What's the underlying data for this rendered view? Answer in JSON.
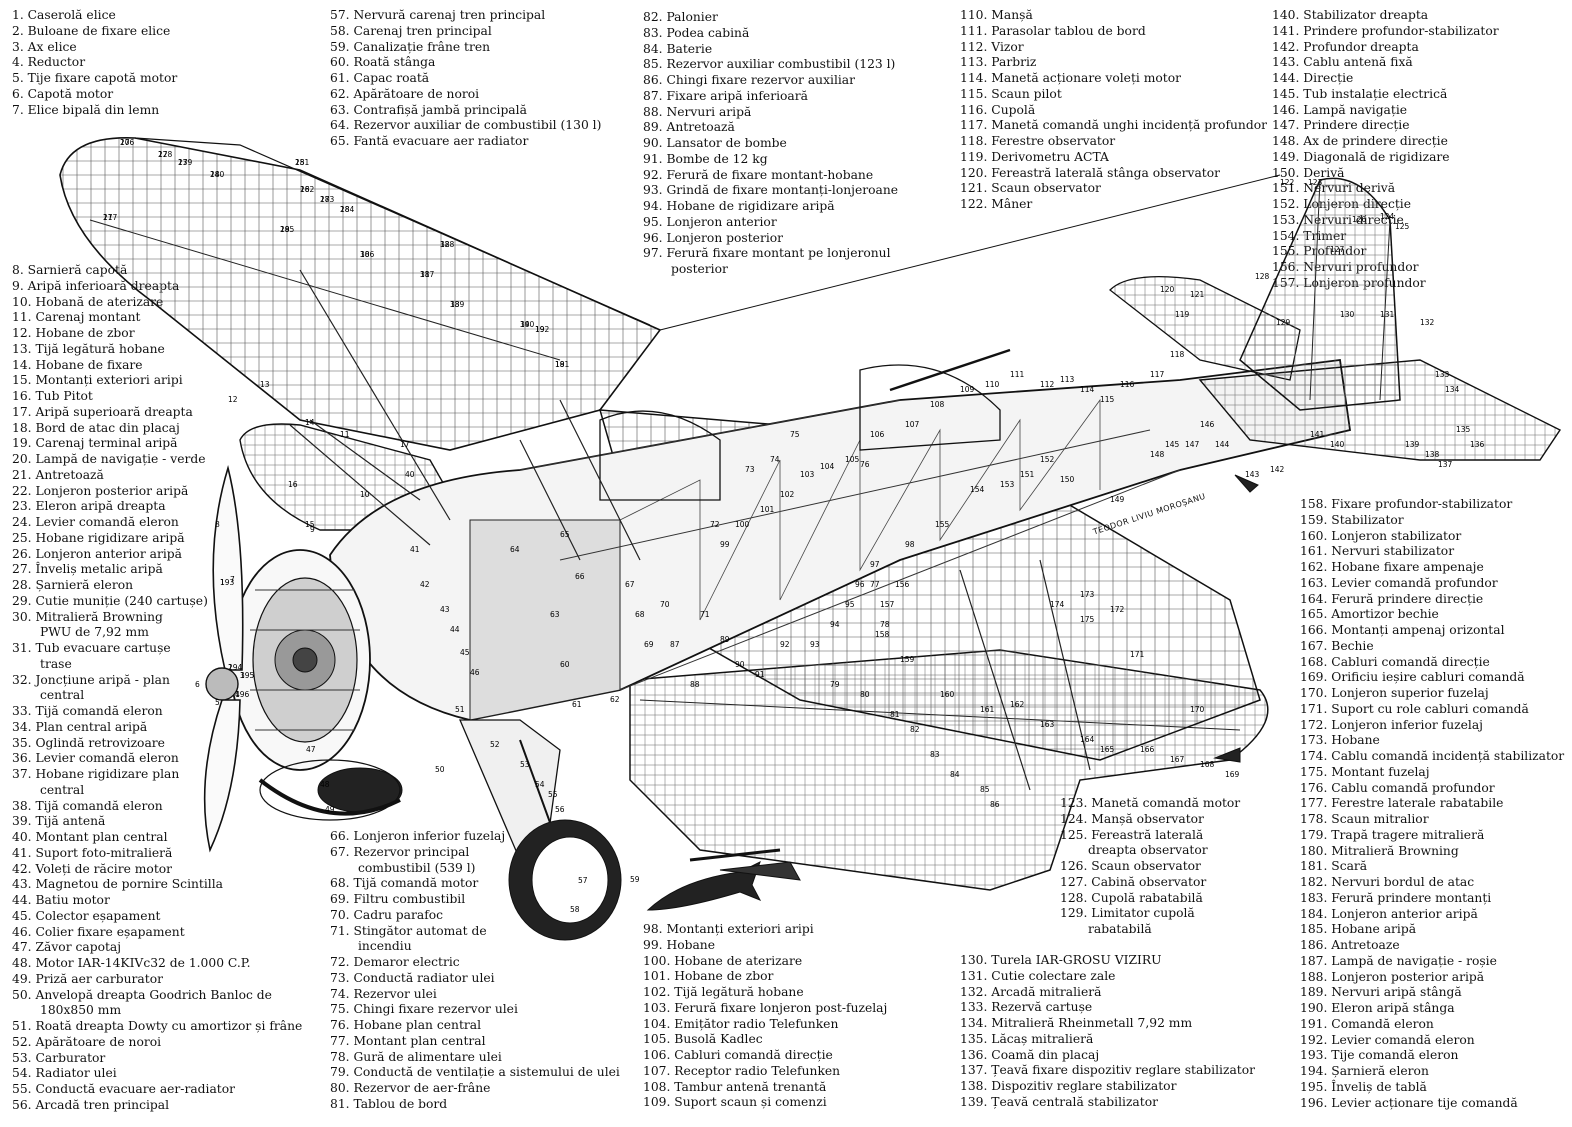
{
  "legend": {
    "col1_top": [
      "1. Caserolă elice",
      "2. Buloane de fixare elice",
      "3. Ax elice",
      "4. Reductor",
      "5. Tije fixare capotă motor",
      "6. Capotă motor",
      "7. Elice bipală din lemn"
    ],
    "col1_bottom": [
      "8. Sarnieră capotă",
      "9. Aripă inferioară dreapta",
      "10. Hobană de aterizare",
      "11. Carenaj montant",
      "12. Hobane de zbor",
      "13. Tijă legătură hobane",
      "14. Hobane de fixare",
      "15. Montanți exteriori aripi",
      "16. Tub Pitot",
      "17. Aripă superioară dreapta",
      "18. Bord de atac din placaj",
      "19. Carenaj terminal aripă",
      "20. Lampă de navigație - verde",
      "21. Antretoază",
      "22. Lonjeron posterior aripă",
      "23. Eleron aripă dreapta",
      "24. Levier comandă eleron",
      "25. Hobane rigidizare aripă",
      "26. Lonjeron anterior aripă",
      "27. Înveliș metalic aripă",
      "28. Șarnieră eleron",
      "29. Cutie muniție (240 cartușe)",
      "30. Mitralieră Browning",
      "PWU de 7,92 mm",
      "31. Tub evacuare cartușe",
      "trase",
      "32. Joncțiune aripă - plan",
      "central",
      "33. Tijă comandă eleron",
      "34. Plan central aripă",
      "35. Oglindă retrovizoare",
      "36. Levier comandă eleron",
      "37. Hobane rigidizare plan",
      "central",
      "38. Tijă comandă eleron",
      "39. Tijă antenă",
      "40. Montant plan central",
      "41. Suport foto-mitralieră",
      "42. Voleți de răcire motor",
      "43. Magnetou de pornire Scintilla",
      "44. Batiu motor",
      "45. Colector eșapament",
      "46. Colier fixare eșapament",
      "47. Zăvor capotaj",
      "48. Motor IAR-14KIVc32 de 1.000 C.P.",
      "49. Priză aer carburator",
      "50. Anvelopă dreapta Goodrich Banloc de",
      "180x850 mm",
      "51. Roată dreapta Dowty cu amortizor și frâne",
      "52. Apărătoare de noroi",
      "53. Carburator",
      "54. Radiator ulei",
      "55. Conductă evacuare aer-radiator",
      "56. Arcadă tren principal"
    ],
    "col2_top": [
      "57. Nervură carenaj tren principal",
      "58. Carenaj tren principal",
      "59. Canalizație frâne tren",
      "60. Roată stânga",
      "61. Capac roată",
      "62. Apărătoare de noroi",
      "63. Contrafișă jambă principală",
      "64. Rezervor auxiliar de combustibil (130 l)",
      "65. Fantă evacuare aer radiator"
    ],
    "col2_bottom": [
      "66. Lonjeron inferior fuzelaj",
      "67. Rezervor principal",
      "combustibil (539 l)",
      "68. Tijă comandă motor",
      "69. Filtru combustibil",
      "70. Cadru parafoc",
      "71. Stingător automat de",
      "incendiu",
      "72. Demaror electric",
      "73. Conductă radiator ulei",
      "74. Rezervor ulei",
      "75. Chingi fixare rezervor ulei",
      "76. Hobane plan central",
      "77. Montant plan central",
      "78. Gură de alimentare ulei",
      "79. Conductă de ventilație a sistemului de ulei",
      "80. Rezervor de aer-frâne",
      "81. Tablou de bord"
    ],
    "col3_top": [
      "82. Palonier",
      "83. Podea cabină",
      "84. Baterie",
      "85. Rezervor auxiliar combustibil (123 l)",
      "86. Chingi fixare rezervor auxiliar",
      "87. Fixare aripă inferioară",
      "88. Nervuri aripă",
      "89. Antretoază",
      "90. Lansator de bombe",
      "91. Bombe de 12 kg",
      "92. Ferură de fixare montant-hobane",
      "93. Grindă de fixare montanți-lonjeroane",
      "94. Hobane de rigidizare aripă",
      "95. Lonjeron anterior",
      "96. Lonjeron posterior",
      "97. Ferură fixare montant pe lonjeronul",
      "posterior"
    ],
    "col3_bottom": [
      "98. Montanți exteriori aripi",
      "99. Hobane",
      "100. Hobane de aterizare",
      "101. Hobane de zbor",
      "102. Tijă legătură hobane",
      "103. Ferură fixare lonjeron post-fuzelaj",
      "104. Emițător radio Telefunken",
      "105. Busolă Kadlec",
      "106. Cabluri comandă direcție",
      "107. Receptor radio Telefunken",
      "108. Tambur antenă trenantă",
      "109. Suport scaun și comenzi"
    ],
    "col4_top": [
      "110. Manșă",
      "111. Parasolar tablou de bord",
      "112. Vizor",
      "113. Parbriz",
      "114. Manetă acționare voleți motor",
      "115. Scaun pilot",
      "116. Cupolă",
      "117. Manetă comandă unghi incidență profundor",
      "118. Ferestre observator",
      "119. Derivometru ACTA",
      "120. Fereastră laterală stânga observator",
      "121. Scaun observator",
      "122. Mâner"
    ],
    "col_mid": [
      "123. Manetă comandă motor",
      "124. Manșă observator",
      "125. Fereastră laterală",
      "dreapta observator",
      "126. Scaun observator",
      "127. Cabină observator",
      "128. Cupolă rabatabilă",
      "129. Limitator cupolă",
      "rabatabilă"
    ],
    "col4_bottom": [
      "130. Turela IAR-GROSU VIZIRU",
      "131. Cutie colectare zale",
      "132. Arcadă mitralieră",
      "133. Rezervă cartușe",
      "134. Mitralieră Rheinmetall 7,92 mm",
      "135. Lăcaș mitralieră",
      "136. Coamă din placaj",
      "137. Țeavă fixare dispozitiv reglare stabilizator",
      "138. Dispozitiv reglare stabilizator",
      "139. Țeavă centrală stabilizator"
    ],
    "col5_top": [
      "140. Stabilizator dreapta",
      "141. Prindere profundor-stabilizator",
      "142. Profundor dreapta",
      "143. Cablu antenă fixă",
      "144. Direcție",
      "145. Tub instalație electrică",
      "146. Lampă navigație",
      "147. Prindere direcție",
      "148. Ax de prindere direcție",
      "149. Diagonală de rigidizare",
      "150. Derivă",
      "151. Nervuri derivă",
      "152. Lonjeron direcție",
      "153. Nervuri direcție",
      "154. Trimer",
      "155. Profundor",
      "156. Nervuri profundor",
      "157. Lonjeron profundor"
    ],
    "col5_bottom": [
      "158. Fixare profundor-stabilizator",
      "159. Stabilizator",
      "160. Lonjeron stabilizator",
      "161. Nervuri stabilizator",
      "162. Hobane fixare ampenaje",
      "163. Levier comandă profundor",
      "164. Ferură prindere direcție",
      "165. Amortizor bechie",
      "166. Montanți ampenaj orizontal",
      "167. Bechie",
      "168. Cabluri comandă direcție",
      "169. Orificiu ieșire cabluri comandă",
      "170. Lonjeron superior fuzelaj",
      "171. Suport cu role cabluri comandă",
      "172. Lonjeron inferior fuzelaj",
      "173. Hobane",
      "174. Cablu comandă incidență stabilizator",
      "175. Montant fuzelaj",
      "176. Cablu comandă profundor",
      "177. Ferestre laterale rabatabile",
      "178. Scaun mitralior",
      "179. Trapă tragere mitralieră",
      "180. Mitralieră Browning",
      "181. Scară",
      "182. Nervuri bordul de atac",
      "183. Ferură prindere montanți",
      "184. Lonjeron anterior aripă",
      "185. Hobane aripă",
      "186. Antretoaze",
      "187. Lampă de navigație - roșie",
      "188. Lonjeron posterior aripă",
      "189. Nervuri aripă stângă",
      "190. Eleron aripă stânga",
      "191. Comandă eleron",
      "192. Levier comandă eleron",
      "193. Tije comandă eleron",
      "194. Șarnieră eleron",
      "195. Înveliș de tablă",
      "196. Levier acționare tije comandă"
    ]
  },
  "signature": "TEODOR LIVIU MOROȘANU",
  "callouts": {
    "wing_upper_right": [
      "20",
      "21",
      "22",
      "23",
      "24",
      "25",
      "26",
      "27",
      "28",
      "29",
      "30",
      "31",
      "32",
      "33",
      "34",
      "18",
      "19"
    ],
    "front": [
      "1",
      "2",
      "3",
      "4",
      "5",
      "6",
      "7",
      "8",
      "9",
      "10",
      "11",
      "12",
      "13",
      "14",
      "15",
      "16",
      "17"
    ],
    "center": [
      "40",
      "41",
      "42",
      "43",
      "44",
      "45",
      "46",
      "47",
      "48",
      "49",
      "50",
      "51",
      "52",
      "53",
      "54",
      "55",
      "56",
      "57",
      "58",
      "59",
      "60",
      "61",
      "62",
      "63",
      "64",
      "65",
      "66",
      "67",
      "68",
      "69",
      "70",
      "71",
      "72",
      "73",
      "74",
      "75",
      "76",
      "77",
      "78",
      "79",
      "80",
      "81",
      "82",
      "83",
      "84",
      "85",
      "86",
      "87",
      "88",
      "89",
      "90",
      "91",
      "92",
      "93",
      "94",
      "95",
      "96",
      "97",
      "98",
      "99",
      "100",
      "101",
      "102",
      "103",
      "104",
      "105",
      "106",
      "107",
      "108",
      "109",
      "110",
      "111",
      "112",
      "113",
      "114",
      "115",
      "116",
      "117",
      "118",
      "119",
      "120",
      "121",
      "122",
      "123",
      "124",
      "125",
      "126",
      "127",
      "128",
      "129",
      "130",
      "131",
      "132",
      "133",
      "134",
      "135",
      "136",
      "137",
      "138",
      "139",
      "140",
      "141",
      "142",
      "143",
      "144",
      "145",
      "146",
      "147",
      "148",
      "149",
      "150",
      "151",
      "152",
      "153",
      "154",
      "155",
      "156",
      "157",
      "158",
      "159",
      "160",
      "161",
      "162",
      "163",
      "164",
      "165",
      "166",
      "167",
      "168",
      "169",
      "170",
      "171",
      "172",
      "173",
      "174",
      "175",
      "176",
      "177",
      "178",
      "179",
      "180",
      "181",
      "182",
      "183",
      "184",
      "185",
      "186",
      "187",
      "188",
      "189",
      "190",
      "191",
      "192",
      "193",
      "194",
      "195",
      "196"
    ]
  }
}
